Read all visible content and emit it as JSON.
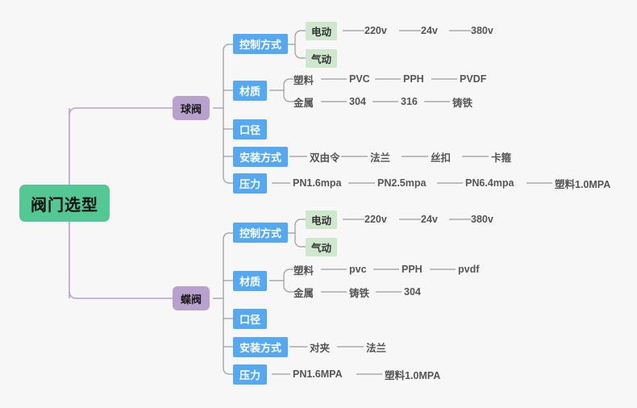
{
  "diagram": {
    "type": "mind-map",
    "background_color": "#f7f7f7",
    "colors": {
      "root": "#53c794",
      "level2": "#b9a1cd",
      "level3": "#55a8f2",
      "level4": "#cfe7cd",
      "leaf_text": "#555555",
      "root_connector": "#b9a1cd",
      "branch_connector": "#9a9a9a"
    },
    "root": {
      "label": "阀门选型"
    },
    "branches": [
      {
        "label": "球阀",
        "children": [
          {
            "label": "控制方式",
            "children": [
              {
                "label": "电动",
                "boxed": true,
                "chain": [
                  "220v",
                  "24v",
                  "380v"
                ]
              },
              {
                "label": "气动",
                "boxed": true,
                "chain": []
              }
            ]
          },
          {
            "label": "材质",
            "children": [
              {
                "label": "塑料",
                "boxed": false,
                "chain": [
                  "PVC",
                  "PPH",
                  "PVDF"
                ]
              },
              {
                "label": "金属",
                "boxed": false,
                "chain": [
                  "304",
                  "316",
                  "铸铁"
                ]
              }
            ]
          },
          {
            "label": "口径",
            "children": []
          },
          {
            "label": "安装方式",
            "chain": [
              "双由令",
              "法兰",
              "丝扣",
              "卡箍"
            ]
          },
          {
            "label": "压力",
            "chain": [
              "PN1.6mpa",
              "PN2.5mpa",
              "PN6.4mpa",
              "塑料1.0MPA"
            ]
          }
        ]
      },
      {
        "label": "蝶阀",
        "children": [
          {
            "label": "控制方式",
            "children": [
              {
                "label": "电动",
                "boxed": true,
                "chain": [
                  "220v",
                  "24v",
                  "380v"
                ]
              },
              {
                "label": "气动",
                "boxed": true,
                "chain": []
              }
            ]
          },
          {
            "label": "材质",
            "children": [
              {
                "label": "塑料",
                "boxed": false,
                "chain": [
                  "pvc",
                  "PPH",
                  "pvdf"
                ]
              },
              {
                "label": "金属",
                "boxed": false,
                "chain": [
                  "铸铁",
                  "304"
                ]
              }
            ]
          },
          {
            "label": "口径",
            "children": []
          },
          {
            "label": "安装方式",
            "chain": [
              "对夹",
              "法兰"
            ]
          },
          {
            "label": "压力",
            "chain": [
              "PN1.6MPA",
              "塑料1.0MPA"
            ]
          }
        ]
      }
    ]
  }
}
